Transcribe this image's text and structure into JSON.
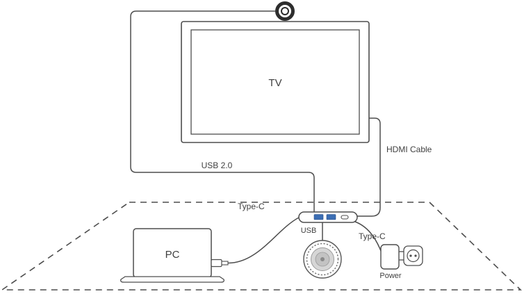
{
  "diagram": {
    "devices": {
      "tv": {
        "label": "TV"
      },
      "camera": {
        "name": "webcam"
      },
      "pc": {
        "label": "PC"
      },
      "hub": {
        "port_label": "USB"
      },
      "speakerphone": {
        "name": "conference-speakerphone"
      },
      "power": {
        "label": "Power"
      }
    },
    "cables": {
      "usb2": {
        "label": "USB 2.0"
      },
      "hdmi": {
        "label": "HDMI Cable"
      },
      "typec_pc": {
        "label": "Type-C"
      },
      "typec_power": {
        "label": "Type-C"
      }
    },
    "colors": {
      "line": "#4d4d4d",
      "text": "#3f3f3f",
      "usb_port_blue": "#3c6eb4",
      "camera_dark": "#2d2d2d",
      "speaker_gray": "#d6d6d6"
    }
  }
}
